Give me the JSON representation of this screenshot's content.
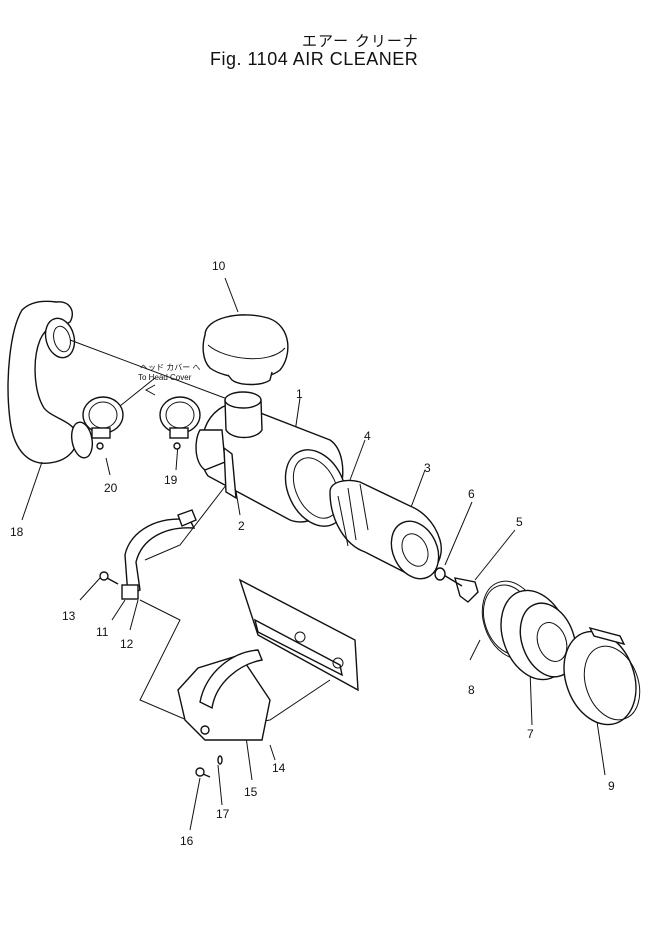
{
  "title": {
    "japanese": "エアー クリーナ",
    "figure": "Fig. 1104  AIR  CLEANER"
  },
  "annotation": {
    "japanese": "ヘッド カバー へ",
    "english": "To Head Cover"
  },
  "callouts": [
    "1",
    "2",
    "3",
    "4",
    "5",
    "6",
    "7",
    "8",
    "9",
    "10",
    "11",
    "12",
    "13",
    "14",
    "15",
    "16",
    "17",
    "18",
    "19",
    "20"
  ]
}
